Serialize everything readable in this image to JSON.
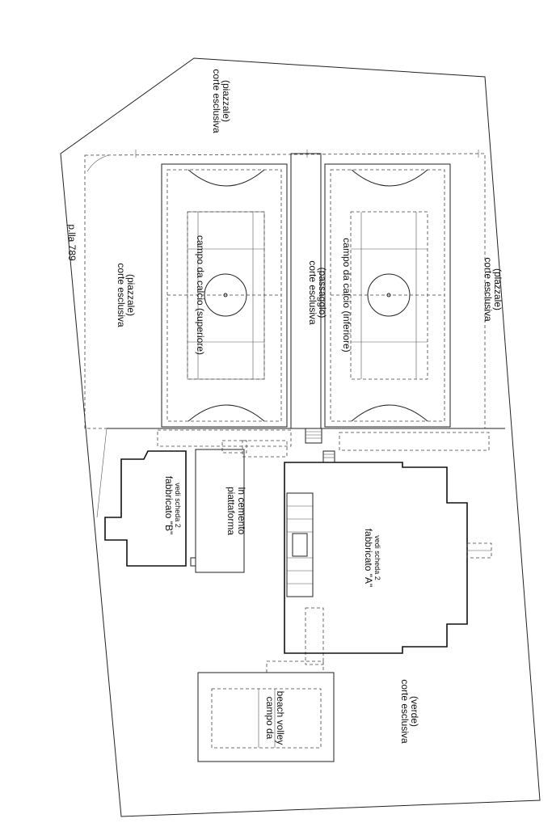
{
  "parcel_label": "p.lla 789",
  "areas": {
    "corte_piazzale_top": [
      "corte esclusiva",
      "(piazzale)"
    ],
    "corte_piazzale_left": [
      "corte esclusiva",
      "(piazzale)"
    ],
    "corte_passaggio": [
      "corte esclusiva",
      "(passaggio)"
    ],
    "corte_piazzale_right": [
      "corte esclusiva",
      "(piazzale)"
    ],
    "corte_verde": [
      "corte esclusiva",
      "(verde)"
    ]
  },
  "fields": {
    "calcio_superiore": "campo da calcio (superiore)",
    "calcio_inferiore": "campo da calcio (inferiore)",
    "beach_volley": [
      "campo da",
      "beach volley"
    ]
  },
  "buildings": {
    "fabbricato_b": {
      "name": "fabbricato \"B\"",
      "note": "vedi scheda 2"
    },
    "fabbricato_a": {
      "name": "fabbricato \"A\"",
      "note": "vedi scheda 2"
    },
    "piattaforma": [
      "piattaforma",
      "in cemento"
    ]
  }
}
